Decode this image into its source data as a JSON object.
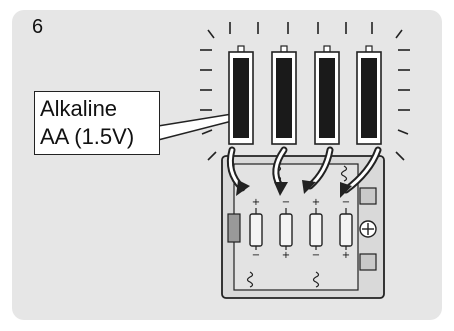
{
  "step_number": "6",
  "battery_label": {
    "line1": "Alkaline",
    "line2": "AA (1.5V)"
  },
  "terminal_marks": {
    "plus": "+",
    "minus": "−",
    "ground": "⊕"
  },
  "battery_count": 4,
  "colors": {
    "panel": "#e6e6e6",
    "line": "#222222",
    "compartment": "#d9d9d9",
    "battery_body": "#1a1a1a"
  }
}
